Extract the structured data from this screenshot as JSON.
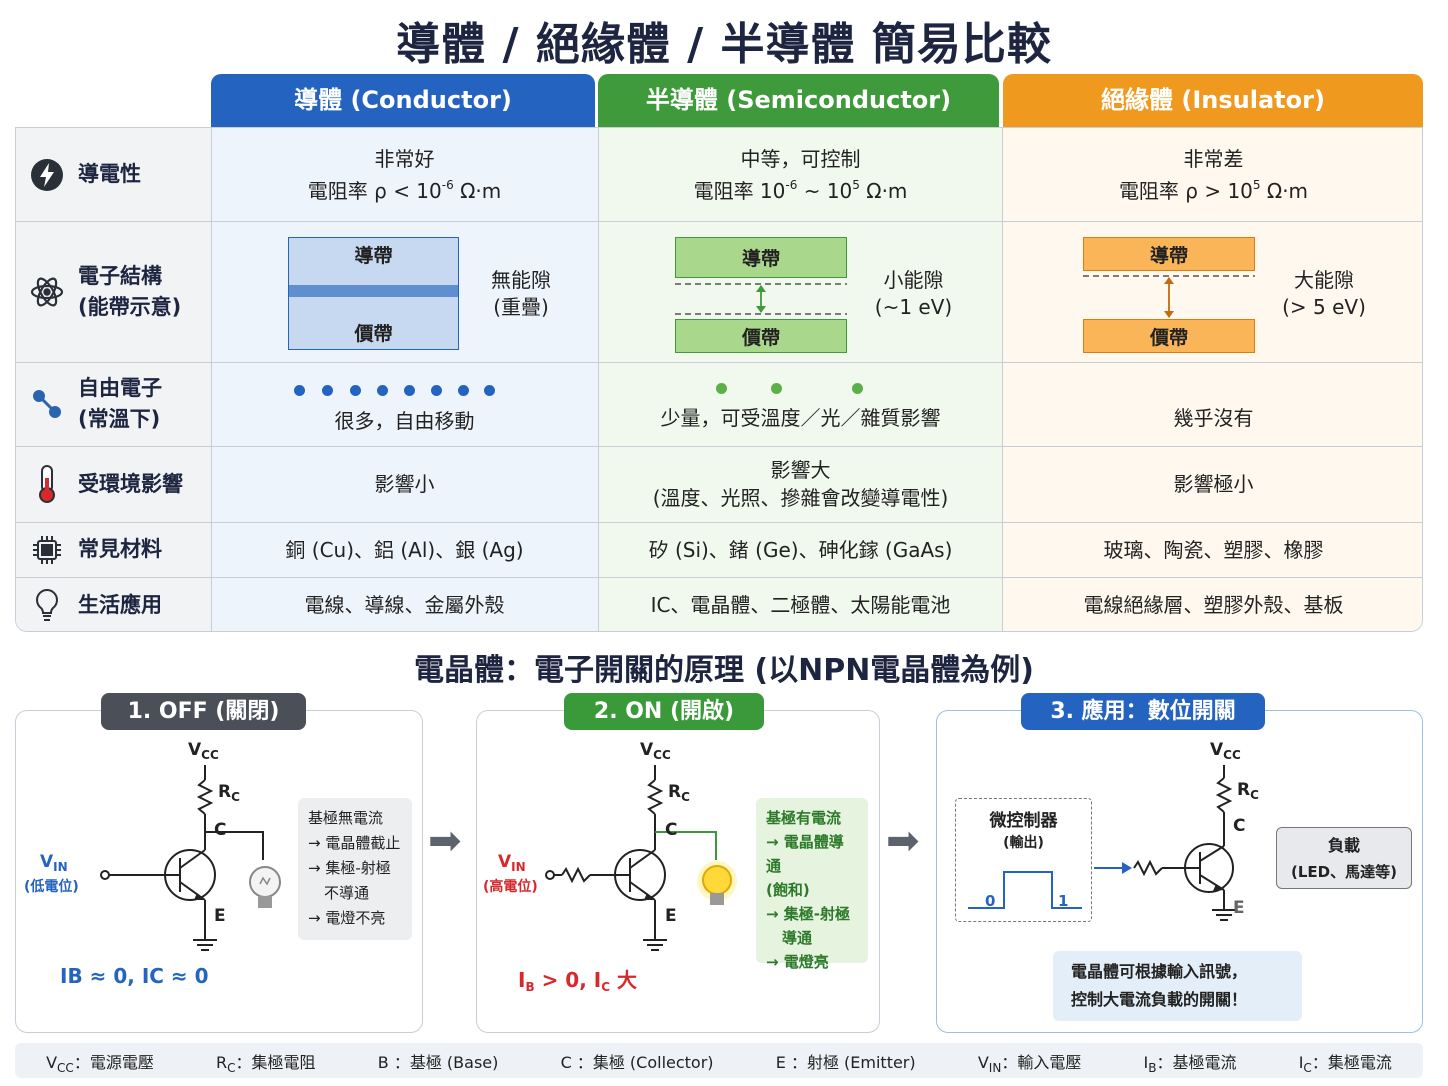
{
  "title": "導體 / 絕緣體 / 半導體 簡易比較",
  "columns": {
    "conductor": "導體 (Conductor)",
    "semiconductor": "半導體 (Semiconductor)",
    "insulator": "絕緣體 (Insulator)"
  },
  "rows": {
    "conductivity": {
      "label": "導電性",
      "icon": "lightning-icon",
      "conductor": {
        "line1": "非常好",
        "pre": "電阻率 ρ < 10",
        "exp": "-6",
        "post": " Ω·m"
      },
      "semiconductor": {
        "line1": "中等，可控制",
        "pre": "電阻率 10",
        "exp1": "-6",
        "mid": " ~ 10",
        "exp2": "5",
        "post": " Ω·m"
      },
      "insulator": {
        "line1": "非常差",
        "pre": "電阻率 ρ > 10",
        "exp": "5",
        "post": " Ω·m"
      }
    },
    "structure": {
      "label1": "電子結構",
      "label2": "(能帶示意)",
      "icon": "atom-icon",
      "conduction_band": "導帶",
      "valence_band": "價帶",
      "conductor_gap1": "無能隙",
      "conductor_gap2": "(重疊)",
      "semi_gap1": "小能隙",
      "semi_gap2": "(~1 eV)",
      "ins_gap1": "大能隙",
      "ins_gap2": "(> 5 eV)"
    },
    "free_electrons": {
      "label1": "自由電子",
      "label2": "(常溫下)",
      "icon": "molecule-icon",
      "conductor": "很多，自由移動",
      "semiconductor": "少量，可受溫度／光／雜質影響",
      "insulator": "幾乎沒有"
    },
    "environment": {
      "label": "受環境影響",
      "icon": "thermometer-icon",
      "conductor": "影響小",
      "semiconductor1": "影響大",
      "semiconductor2": "(溫度、光照、摻雜會改變導電性)",
      "insulator": "影響極小"
    },
    "materials": {
      "label": "常見材料",
      "icon": "chip-icon",
      "conductor": "銅 (Cu)、鋁 (Al)、銀 (Ag)",
      "semiconductor": "矽 (Si)、鍺 (Ge)、砷化鎵 (GaAs)",
      "insulator": "玻璃、陶瓷、塑膠、橡膠"
    },
    "applications": {
      "label": "生活應用",
      "icon": "lightbulb-icon",
      "conductor": "電線、導線、金屬外殼",
      "semiconductor": "IC、電晶體、二極體、太陽能電池",
      "insulator": "電線絕緣層、塑膠外殼、基板"
    }
  },
  "transistor": {
    "title": "電晶體：電子開關的原理 (以NPN電晶體為例)",
    "off": {
      "tag": "1. OFF (關閉)",
      "vin_sub": "IN",
      "vin_note": "(低電位)",
      "note": [
        "基極無電流",
        "→ 電晶體截止",
        "→ 集極-射極",
        "不導通",
        "→ 電燈不亮"
      ],
      "formula": "IB ≈ 0, IC ≈ 0"
    },
    "on": {
      "tag": "2. ON (開啟)",
      "vin_sub": "IN",
      "vin_note": "(高電位)",
      "note": [
        "基極有電流",
        "→ 電晶體導通",
        "(飽和)",
        "→ 集極-射極",
        "導通",
        "→ 電燈亮"
      ],
      "formula_mid": " > 0, I",
      "formula_end": " 大"
    },
    "app": {
      "tag": "3. 應用：數位開關",
      "mcu1": "微控制器",
      "mcu2": "(輸出)",
      "low": "0",
      "high": "1",
      "load1": "負載",
      "load2": "(LED、馬達等)",
      "summary1": "電晶體可根據輸入訊號，",
      "summary2": "控制大電流負載的開關！"
    },
    "labels": {
      "V": "V",
      "CC": "CC",
      "R": "R",
      "C": "C",
      "E": "E",
      "B": "B"
    }
  },
  "legend": {
    "vcc": "：電源電壓",
    "rc": "：集極電阻",
    "b": "B ：基極 (Base)",
    "c": "C ：集極 (Collector)",
    "e": "E ：射極 (Emitter)",
    "vin": "：輸入電壓",
    "ib": "：基極電流",
    "ic": "：集極電流"
  },
  "colors": {
    "conductor": "#2464c0",
    "semiconductor": "#3f9a3c",
    "insulator": "#f0991f",
    "off_tag": "#4a4f58",
    "formula_off": "#2464c0",
    "formula_on": "#d8282c"
  }
}
